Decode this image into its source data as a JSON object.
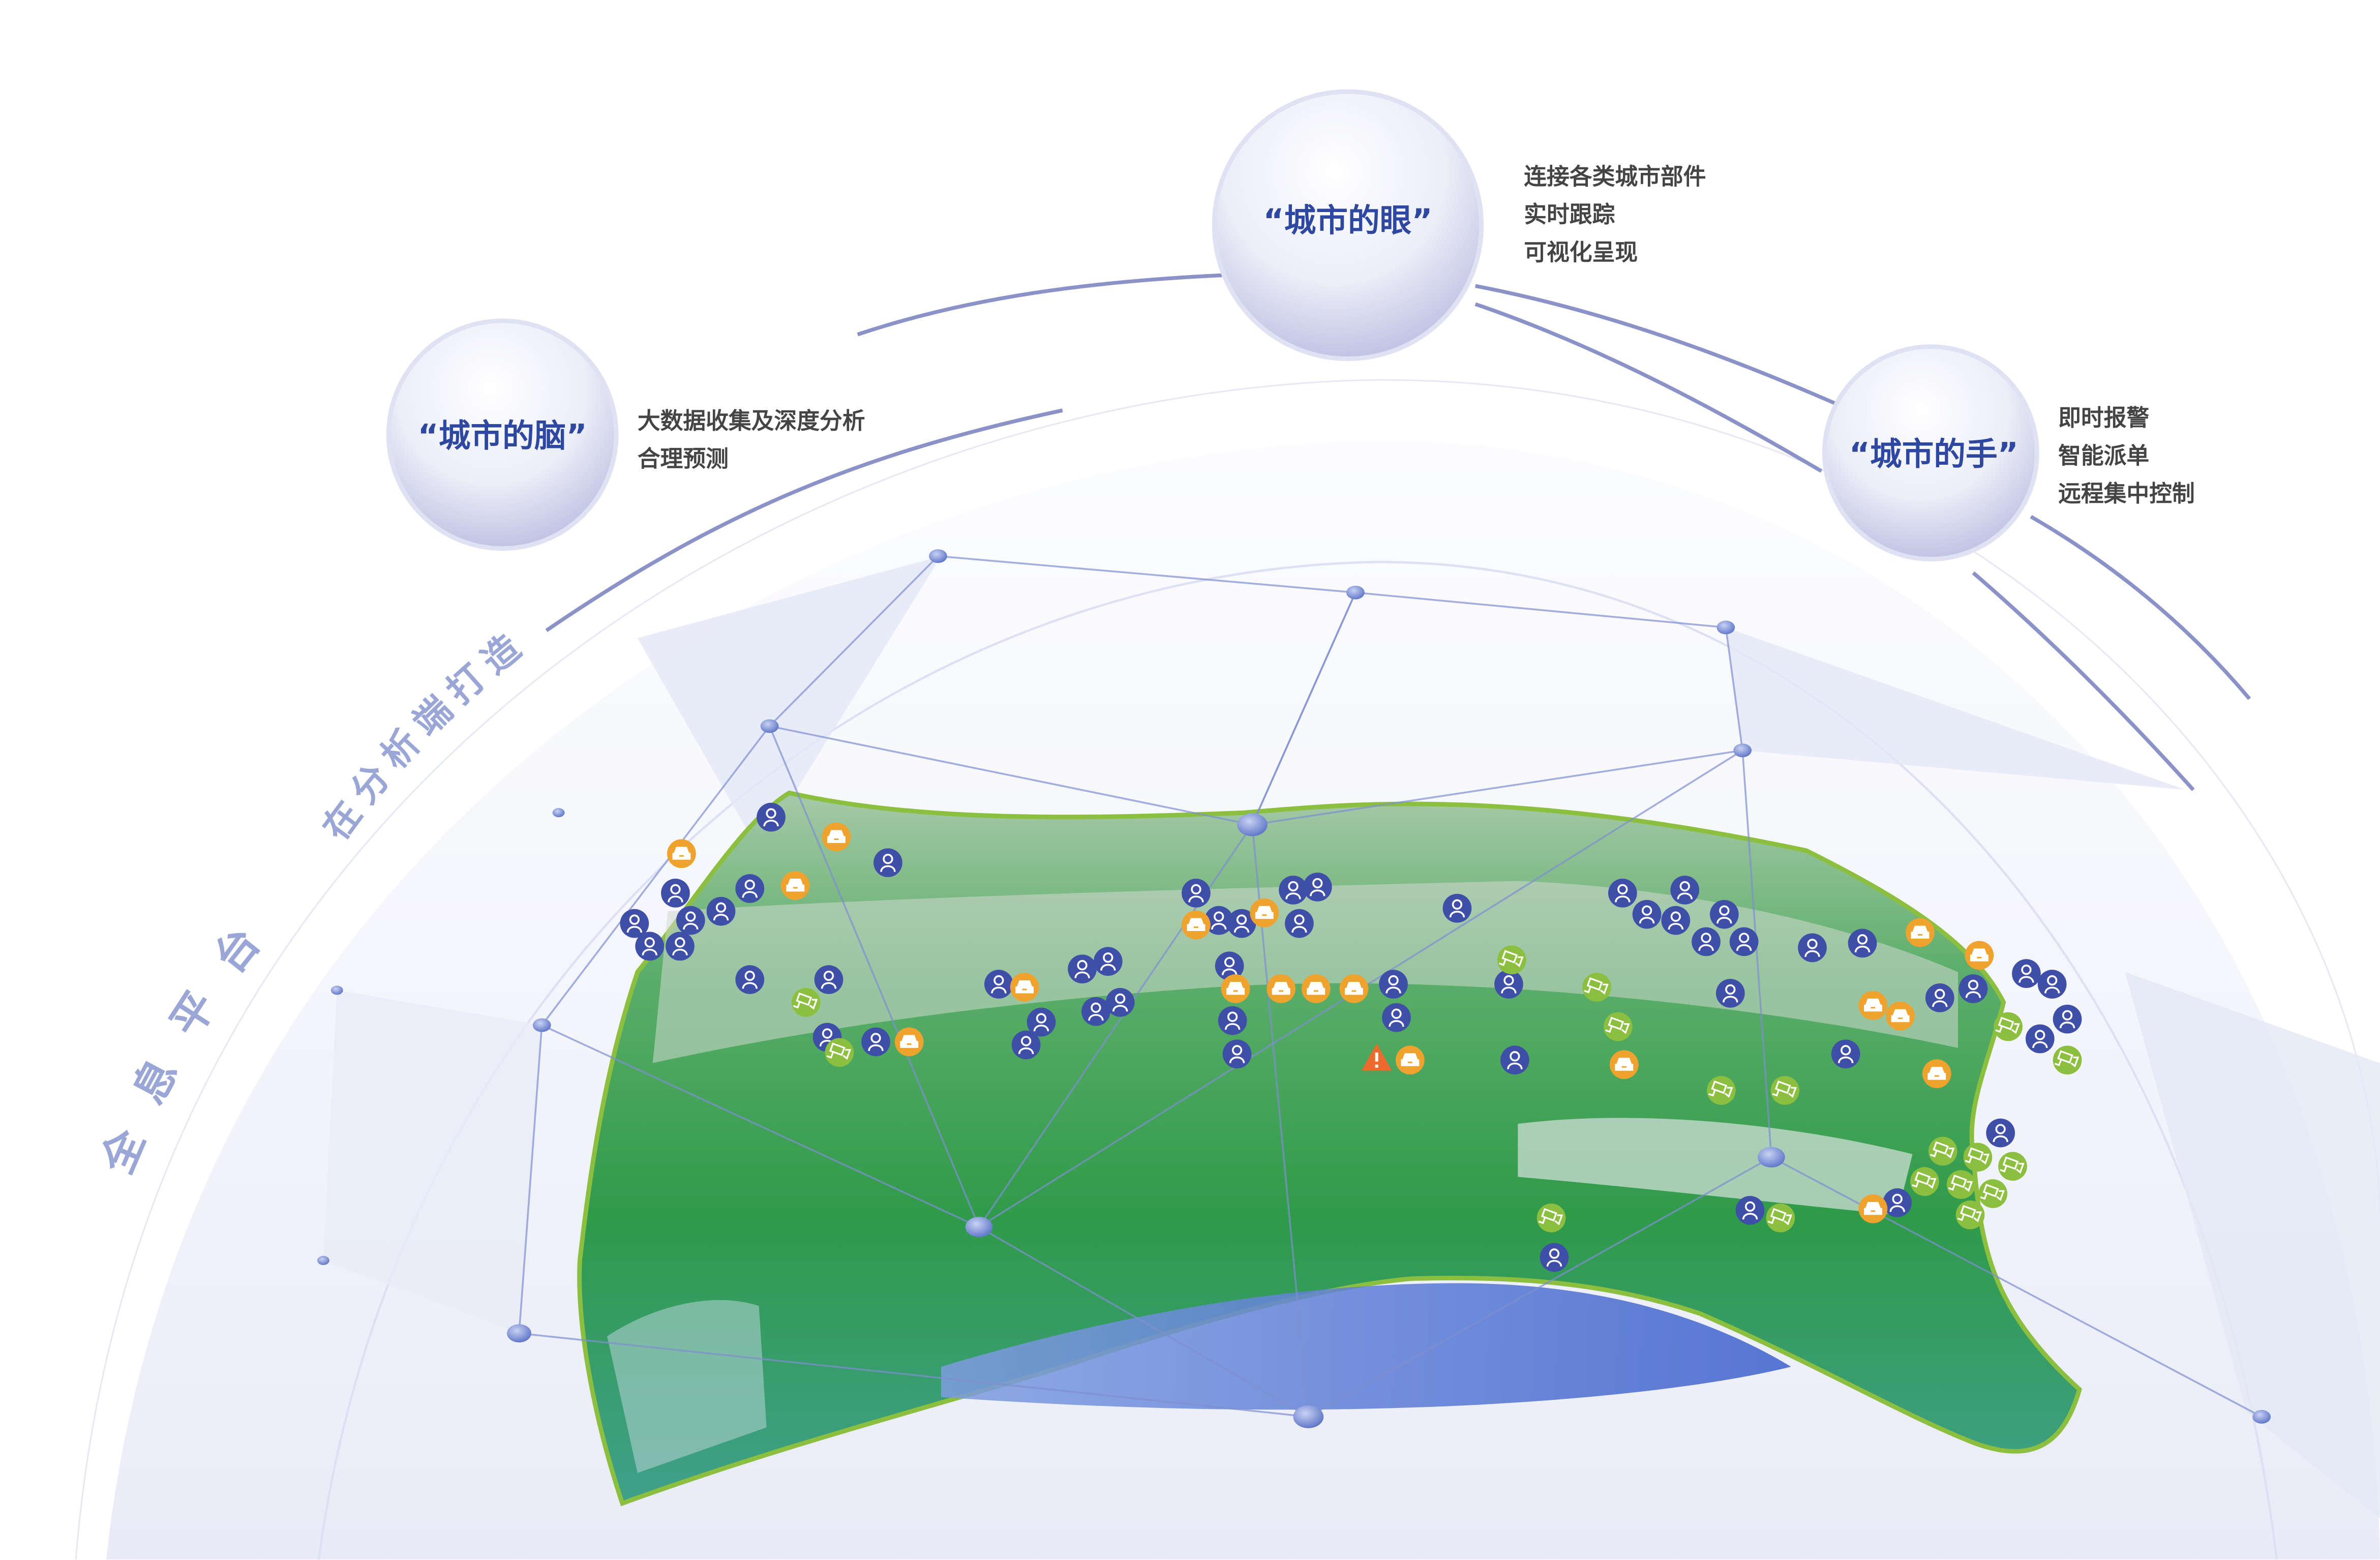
{
  "spheres": {
    "eye": {
      "title": "“城市的眼”",
      "lines": [
        "连接各类城市部件",
        "实时跟踪",
        "可视化呈现"
      ]
    },
    "brain": {
      "title": "“城市的脑”",
      "lines": [
        "大数据收集及深度分析",
        "合理预测"
      ]
    },
    "hand": {
      "title": "“城市的手”",
      "lines": [
        "即时报警",
        "智能派单",
        "远程集中控制"
      ]
    }
  },
  "arc_text": {
    "line1": "在分析端打造",
    "line2": "全息平台"
  },
  "map_markers": {
    "types": [
      "person-icon",
      "car-icon",
      "camera-icon",
      "warning-icon"
    ]
  },
  "colors": {
    "title_blue": "#2e47a0",
    "person": "#3f4fa8",
    "car": "#f0a22e",
    "camera": "#8cbf3f",
    "warning": "#ec6a2c",
    "network": "#7f8fd0",
    "arc": "#8a92c8"
  }
}
